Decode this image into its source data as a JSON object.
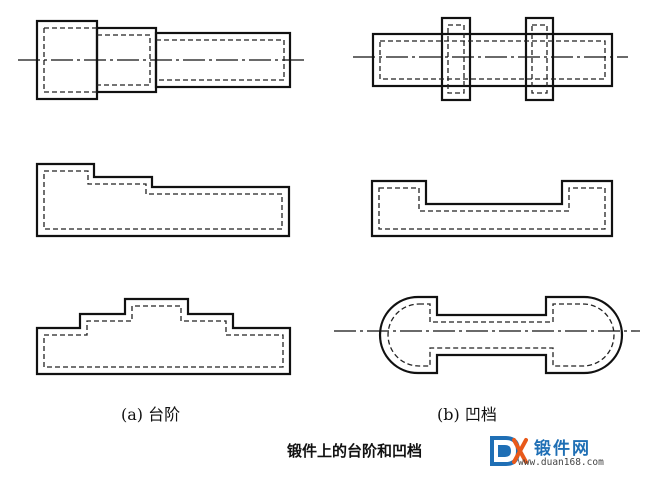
{
  "captions": {
    "a": "(a) 台阶",
    "b": "(b) 凹档"
  },
  "footer": {
    "title": "锻件上的台阶和凹档"
  },
  "logo": {
    "name": "锻件网",
    "url": "www.duan168.com",
    "colors": {
      "primary": "#1f6fb5",
      "accent": "#e8591a"
    }
  }
}
